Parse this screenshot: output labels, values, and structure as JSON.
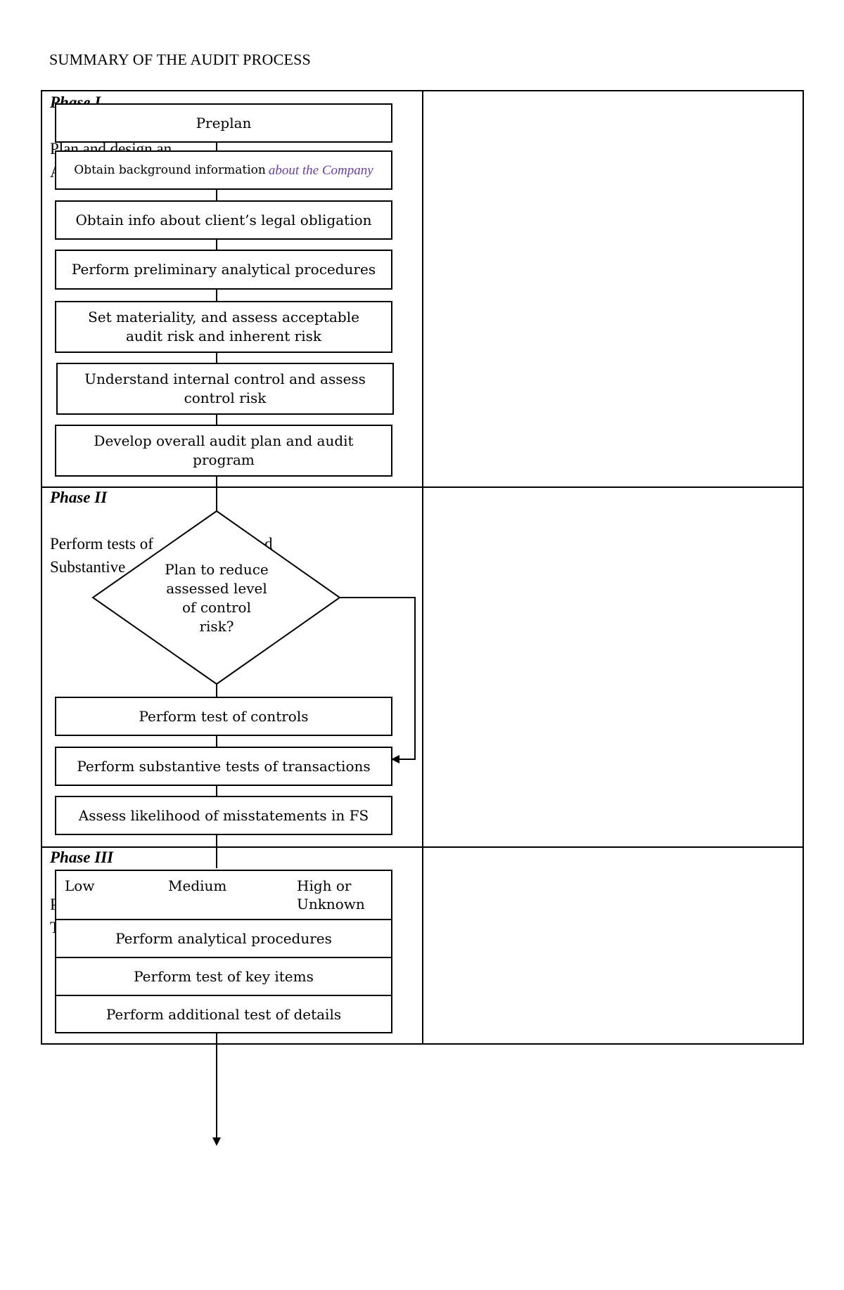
{
  "title": "SUMMARY OF THE AUDIT PROCESS",
  "phases": [
    {
      "label": "Phase I",
      "description_lines": [
        "Plan and design an",
        "A"
      ]
    },
    {
      "label": "Phase II",
      "description_lines": [
        "Perform tests of",
        "Substantive"
      ]
    },
    {
      "label": "Phase III",
      "description_lines": [
        "P",
        "T"
      ]
    }
  ],
  "phase1_steps": [
    "Preplan",
    "Obtain background information",
    "Obtain info about client’s legal obligation",
    "Perform preliminary analytical procedures",
    "Set materiality, and assess acceptable audit risk and inherent risk",
    "Understand internal control and assess control risk",
    "Develop overall audit plan and audit program"
  ],
  "phase1_step2_suffix": "about the Company",
  "phase2": {
    "question": "Plan to reduce assessed level of control risk?",
    "after_d": "d",
    "steps": [
      "Perform test of controls",
      "Perform substantive tests of transactions",
      "Assess likelihood of misstatements in FS"
    ]
  },
  "phase3": {
    "levels": [
      "Low",
      "Medium",
      "High or",
      "Unknown"
    ],
    "steps": [
      "Perform analytical procedures",
      "Perform test of key items",
      "Perform additional test of details"
    ]
  },
  "colors": {
    "line": "#000000",
    "accent": "#6a3ea0"
  }
}
